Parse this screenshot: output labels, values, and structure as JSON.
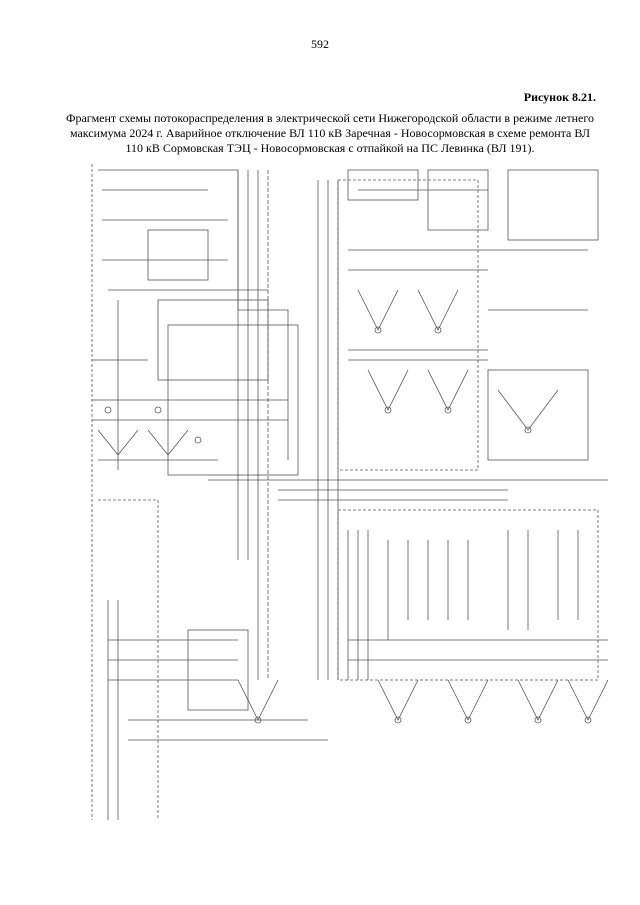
{
  "page": {
    "number": "592",
    "figure_label": "Рисунок 8.21.",
    "caption": "Фрагмент схемы потокораспределения в электрической сети Нижегородской области в режиме летнего максимума 2024 г. Аварийное отключение ВЛ 110 кВ Заречная - Новосормовская в схеме ремонта ВЛ 110 кВ Сормовская ТЭЦ - Новосормовская с отпайкой на ПС Левинка (ВЛ 191)."
  },
  "colors": {
    "ink": "#000000",
    "paper": "#ffffff",
    "line": "#555555"
  }
}
